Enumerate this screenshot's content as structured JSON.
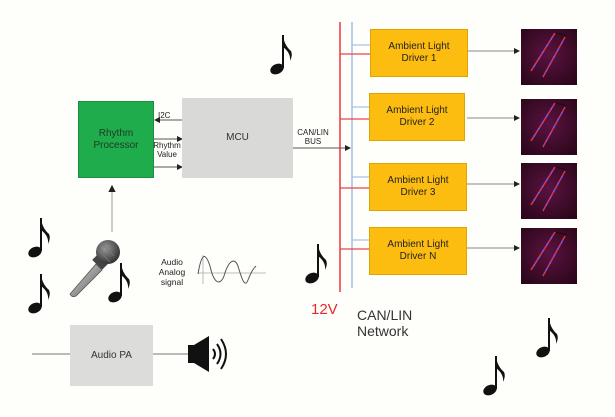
{
  "blocks": {
    "rhythm_processor": "Rhythm Processor",
    "mcu": "MCU",
    "audio_pa": "Audio PA",
    "drivers": [
      {
        "line1": "Ambient Light",
        "line2": "Driver 1"
      },
      {
        "line1": "Ambient Light",
        "line2": "Driver 2"
      },
      {
        "line1": "Ambient Light",
        "line2": "Driver 3"
      },
      {
        "line1": "Ambient Light",
        "line2": "Driver N"
      }
    ]
  },
  "labels": {
    "i2c": "I2C",
    "rhythm_value_1": "Rhythm",
    "rhythm_value_2": "Value",
    "bus_1": "CAN/LIN",
    "bus_2": "BUS",
    "audio_signal_1": "Audio",
    "audio_signal_2": "Analog",
    "audio_signal_3": "signal",
    "power": "12V",
    "network_1": "CAN/LIN",
    "network_2": "Network"
  },
  "icons": {
    "microphone": "microphone-icon",
    "speaker": "speaker-icon",
    "note": "eighth-note-icon",
    "led": "ambient-led-strip-icon",
    "waveform": "sine-wave-icon"
  },
  "colors": {
    "power_line": "#f0414a",
    "bus_line": "#a9c1e6",
    "driver_fill": "#fdbd10",
    "processor_fill": "#1fac4d",
    "block_gray": "#d9d9d7",
    "power_label": "#e8282e"
  }
}
